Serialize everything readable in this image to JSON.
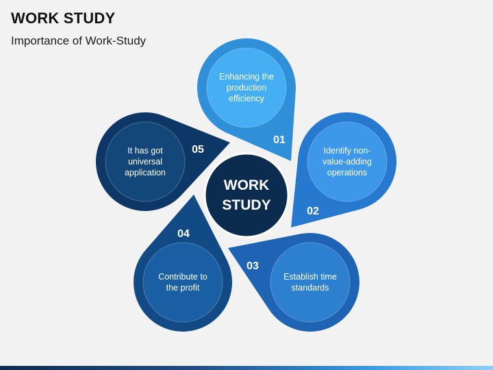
{
  "header": {
    "title": "WORK STUDY",
    "subtitle": "Importance of Work-Study"
  },
  "center": {
    "lines": [
      "WORK",
      "STUDY"
    ],
    "color": "#0c2c4f"
  },
  "petals": [
    {
      "number": "01",
      "lines": [
        "Enhancing the",
        "production",
        "efficiency"
      ],
      "outer_color": "#2f8fd8",
      "inner_color": "#46aef2"
    },
    {
      "number": "02",
      "lines": [
        "Identify non-",
        "value-adding",
        "operations"
      ],
      "outer_color": "#2779cf",
      "inner_color": "#3d98ea"
    },
    {
      "number": "03",
      "lines": [
        "Establish time",
        "standards"
      ],
      "outer_color": "#1e63b4",
      "inner_color": "#2d7fd0"
    },
    {
      "number": "04",
      "lines": [
        "Contribute to",
        "the profit"
      ],
      "outer_color": "#124a85",
      "inner_color": "#1a5ea3"
    },
    {
      "number": "05",
      "lines": [
        "It has got",
        "universal",
        "application"
      ],
      "outer_color": "#0d3766",
      "inner_color": "#134679"
    }
  ]
}
